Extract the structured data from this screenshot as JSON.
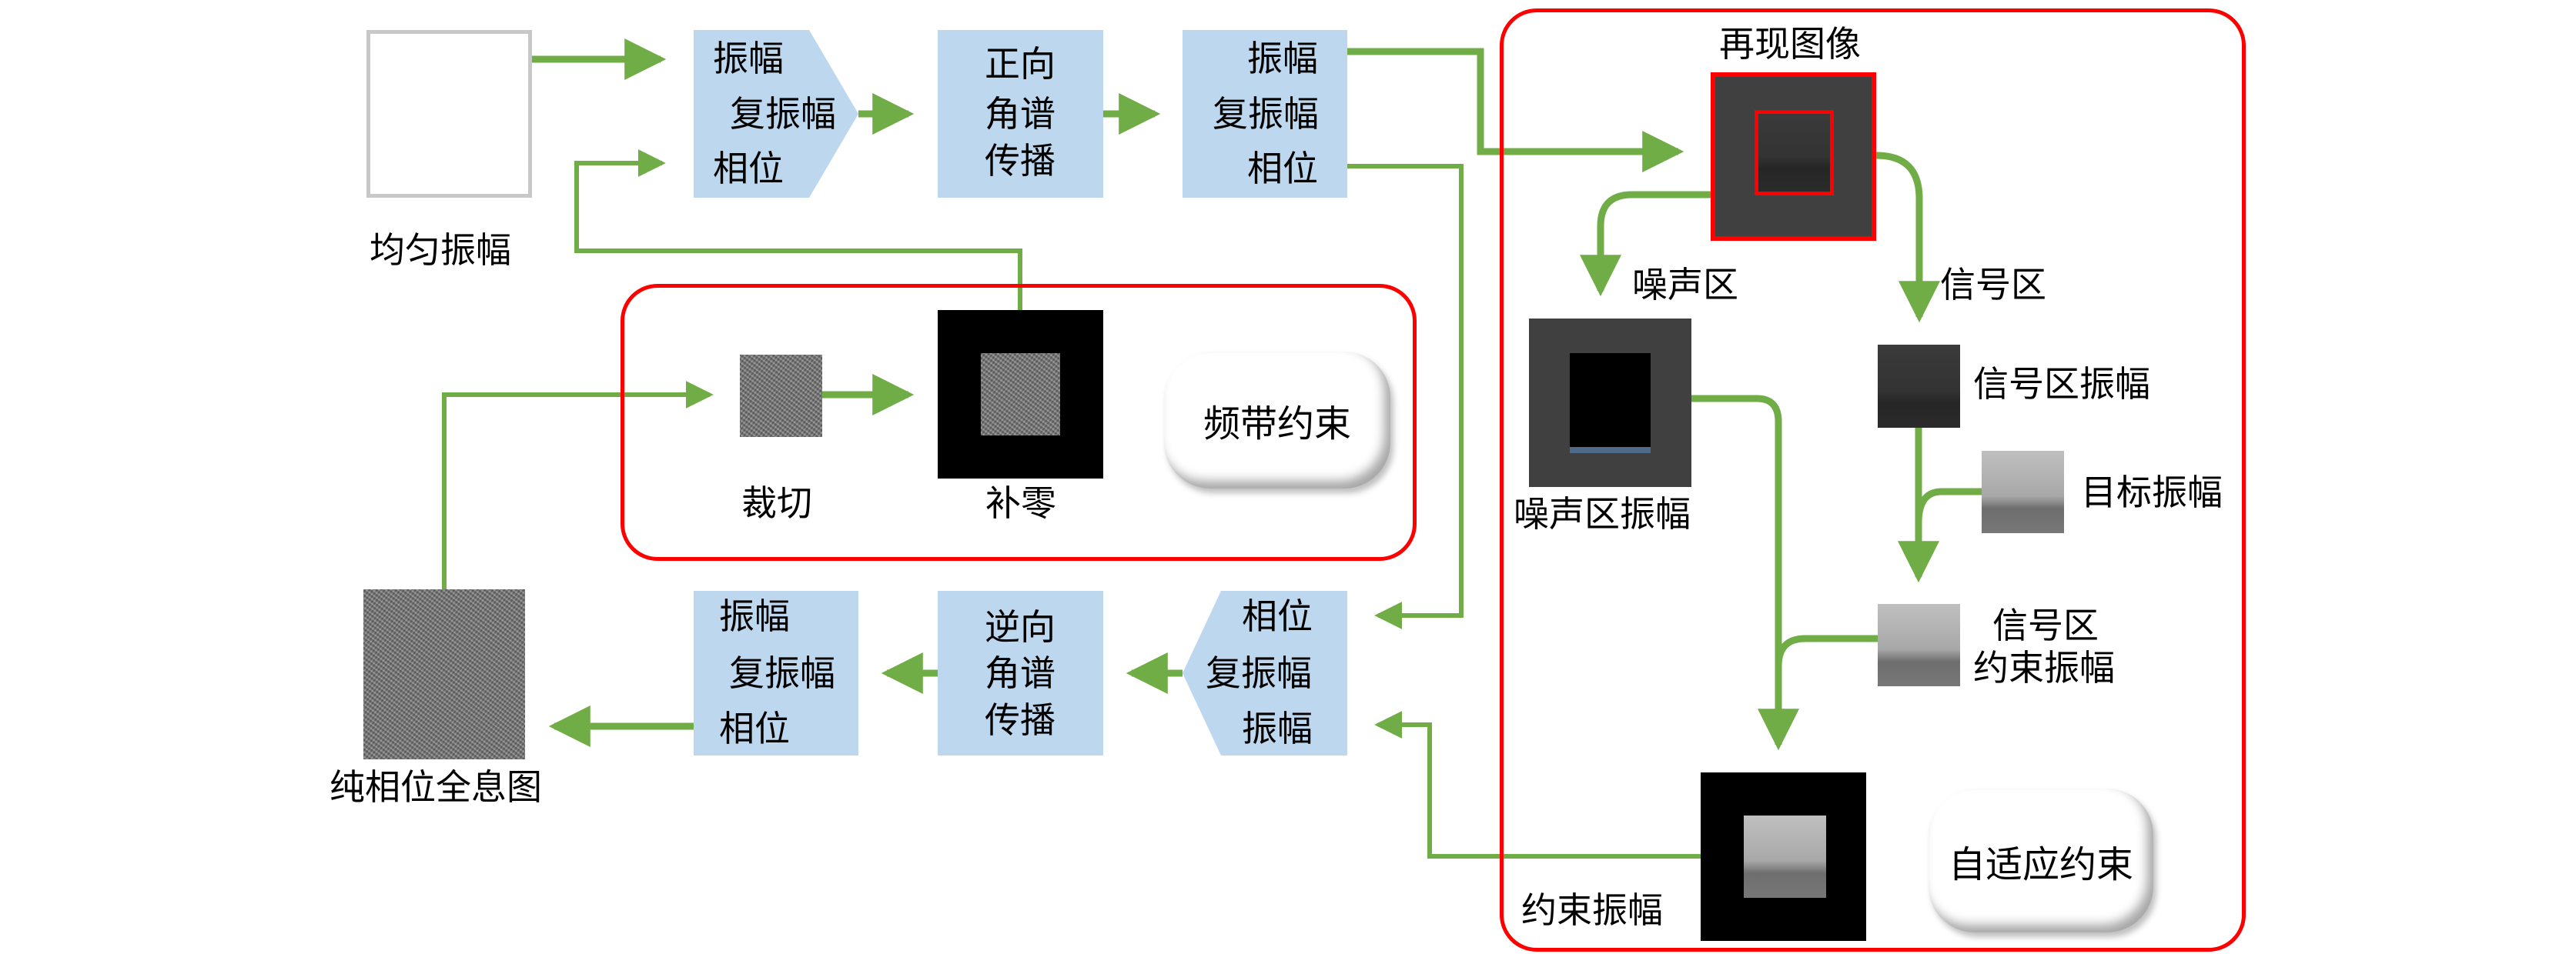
{
  "colors": {
    "connector": "#70AD47",
    "frame": "#FF0000",
    "process_box": "#BDD7EE"
  },
  "top_row": {
    "uniform_amplitude": {
      "label": "均匀振幅"
    },
    "combine_box": {
      "lines": [
        "振幅",
        "复振幅",
        "相位"
      ]
    },
    "forward_prop": {
      "lines": [
        "正向",
        "角谱",
        "传播"
      ]
    },
    "split_box": {
      "lines": [
        "振幅",
        "复振幅",
        "相位"
      ]
    }
  },
  "bandwidth_constraint": {
    "crop": {
      "label": "裁切"
    },
    "zero_pad": {
      "label": "补零"
    },
    "title": "频带约束"
  },
  "adaptive_constraint": {
    "reconstructed": {
      "label": "再现图像"
    },
    "noise_region": {
      "branch_label": "噪声区",
      "label": "噪声区振幅"
    },
    "signal_region": {
      "branch_label": "信号区",
      "label": "信号区振幅"
    },
    "target_amplitude": {
      "label": "目标振幅"
    },
    "signal_constrained": {
      "label_line1": "信号区",
      "label_line2": "约束振幅"
    },
    "constrained_amplitude": {
      "label": "约束振幅"
    },
    "title": "自适应约束"
  },
  "bottom_row": {
    "combine_box": {
      "lines": [
        "相位",
        "复振幅",
        "振幅"
      ]
    },
    "inverse_prop": {
      "lines": [
        "逆向",
        "角谱",
        "传播"
      ]
    },
    "split_box": {
      "lines": [
        "振幅",
        "复振幅",
        "相位"
      ]
    },
    "hologram": {
      "label": "纯相位全息图"
    }
  }
}
